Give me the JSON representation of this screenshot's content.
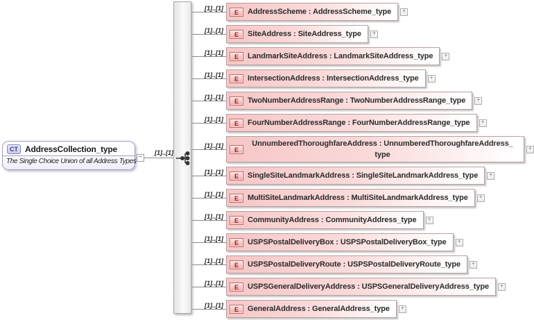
{
  "colors": {
    "element_box_fill": "#f6c6c6",
    "element_box_border": "#b89f9f",
    "element_badge_border": "#c06868",
    "element_badge_text": "#9c2222",
    "root_box_border": "#9f9fc4",
    "root_badge_fill": "#d5d5f0",
    "root_badge_border": "#8585bb",
    "connector": "#8a8a8a",
    "group_bar_fill": "#ededed",
    "text": "#2b2b2b"
  },
  "root": {
    "badge": "CT",
    "title": "AddressCollection_type",
    "annotation": "The Single Choice Union of all Address Types",
    "occurrence": "[1]..[1]",
    "collapse_glyph": "−"
  },
  "choice": {
    "icon": "choice-compositor"
  },
  "elements": [
    {
      "occurrence": "[1]..[1]",
      "badge": "E",
      "label": "AddressScheme : AddressScheme_type",
      "expand": "+"
    },
    {
      "occurrence": "[1]..[1]",
      "badge": "E",
      "label": "SiteAddress : SiteAddress_type",
      "expand": "+"
    },
    {
      "occurrence": "[1]..[1]",
      "badge": "E",
      "label": "LandmarkSiteAddress : LandmarkSiteAddress_type",
      "expand": "+"
    },
    {
      "occurrence": "[1]..[1]",
      "badge": "E",
      "label": "IntersectionAddress : IntersectionAddress_type",
      "expand": "+"
    },
    {
      "occurrence": "[1]..[1]",
      "badge": "E",
      "label": "TwoNumberAddressRange : TwoNumberAddressRange_type",
      "expand": "+"
    },
    {
      "occurrence": "[1]..[1]",
      "badge": "E",
      "label": "FourNumberAddressRange : FourNumberAddressRange_type",
      "expand": "+"
    },
    {
      "occurrence": "[1]..[1]",
      "badge": "E",
      "label": "UnnumberedThoroughfareAddress : UnnumberedThoroughfareAddress_​type",
      "expand": "+"
    },
    {
      "occurrence": "[1]..[1]",
      "badge": "E",
      "label": "SingleSiteLandmarkAddress : SingleSiteLandmarkAddress_type",
      "expand": "+"
    },
    {
      "occurrence": "[1]..[1]",
      "badge": "E",
      "label": "MultiSiteLandmarkAddress : MultiSiteLandmarkAddress_type",
      "expand": "+"
    },
    {
      "occurrence": "[1]..[1]",
      "badge": "E",
      "label": "CommunityAddress : CommunityAddress_type",
      "expand": "+"
    },
    {
      "occurrence": "[1]..[1]",
      "badge": "E",
      "label": "USPSPostalDeliveryBox : USPSPostalDeliveryBox_type",
      "expand": "+"
    },
    {
      "occurrence": "[1]..[1]",
      "badge": "E",
      "label": "USPSPostalDeliveryRoute : USPSPostalDeliveryRoute_type",
      "expand": "+"
    },
    {
      "occurrence": "[1]..[1]",
      "badge": "E",
      "label": "USPSGeneralDeliveryAddress : USPSGeneralDeliveryAddress_type",
      "expand": "+"
    },
    {
      "occurrence": "[1]..[1]",
      "badge": "E",
      "label": "GeneralAddress : GeneralAddress_type",
      "expand": "+"
    }
  ]
}
